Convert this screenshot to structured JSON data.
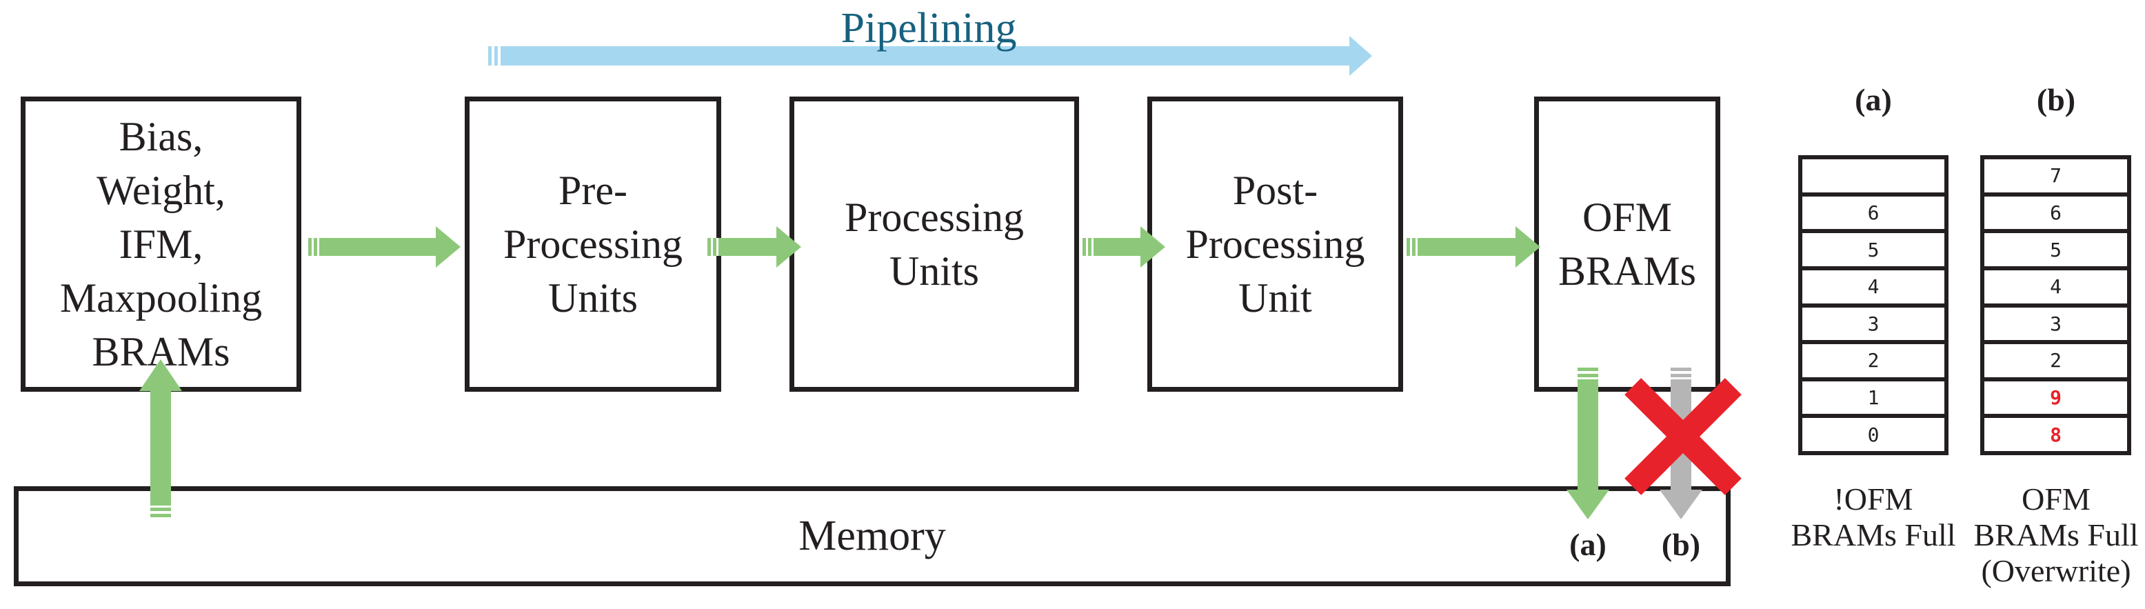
{
  "colors": {
    "ink": "#231f20",
    "green": "#8dc87a",
    "blue": "#a5d8f0",
    "teal": "#17617f",
    "gray": "#b5b5b5",
    "red": "#e8222b"
  },
  "pipeline": {
    "label": "Pipelining",
    "blocks": [
      {
        "lines": [
          "Bias,",
          "Weight,",
          "IFM,",
          "Maxpooling",
          "BRAMs"
        ]
      },
      {
        "lines": [
          "Pre-",
          "Processing",
          "Units"
        ]
      },
      {
        "lines": [
          "Processing",
          "Units"
        ]
      },
      {
        "lines": [
          "Post-",
          "Processing",
          "Unit"
        ]
      },
      {
        "lines": [
          "OFM",
          "BRAMs"
        ]
      }
    ],
    "memory_label": "Memory",
    "write_path_label": "(a)",
    "blocked_path_label": "(b)"
  },
  "bram_states": {
    "a": {
      "header": "(a)",
      "slots": [
        "",
        "6",
        "5",
        "4",
        "3",
        "2",
        "1",
        "0"
      ],
      "caption_lines": [
        "!OFM",
        "BRAMs Full"
      ]
    },
    "b": {
      "header": "(b)",
      "slots": [
        "7",
        "6",
        "5",
        "4",
        "3",
        "2",
        "9",
        "8"
      ],
      "red_slots": [
        6,
        7
      ],
      "caption_lines": [
        "OFM",
        "BRAMs Full",
        "(Overwrite)"
      ]
    }
  }
}
